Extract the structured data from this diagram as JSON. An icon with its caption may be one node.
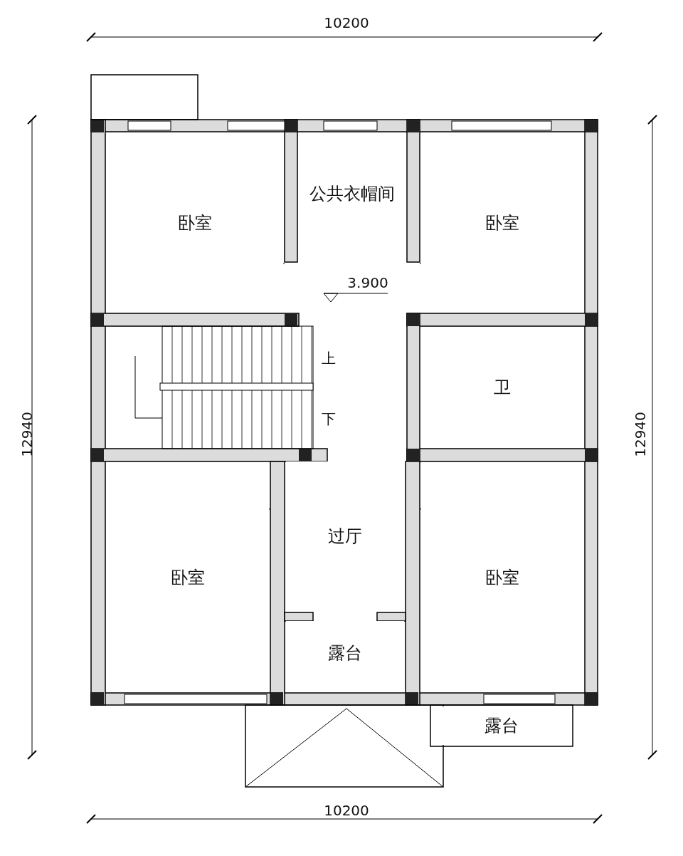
{
  "diagram": {
    "nodes": [
      {
        "text": [
          "卧室"
        ]
      },
      {
        "text": [
          "公共衣帽间"
        ]
      },
      {
        "text": [
          "卧室"
        ]
      },
      {
        "text": [
          "卫"
        ]
      },
      {
        "text": [
          "卧室"
        ]
      },
      {
        "text": [
          "过厅"
        ]
      },
      {
        "text": [
          "卧室"
        ]
      },
      {
        "text": [
          "露台"
        ]
      },
      {
        "text": [
          "露台"
        ]
      }
    ],
    "labels": [
      "10200",
      "3.900",
      "上",
      "下",
      "12940",
      "12940",
      "10200"
    ]
  }
}
